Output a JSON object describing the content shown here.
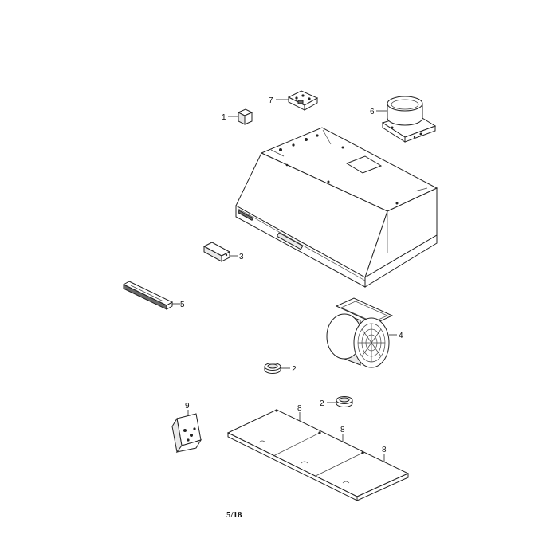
{
  "callouts": {
    "part_1": "1",
    "part_2a": "2",
    "part_2b": "2",
    "part_3": "3",
    "part_4": "4",
    "part_5": "5",
    "part_6": "6",
    "part_7": "7",
    "part_8a": "8",
    "part_8b": "8",
    "part_8c": "8",
    "part_9": "9"
  },
  "page_number": "5/18"
}
